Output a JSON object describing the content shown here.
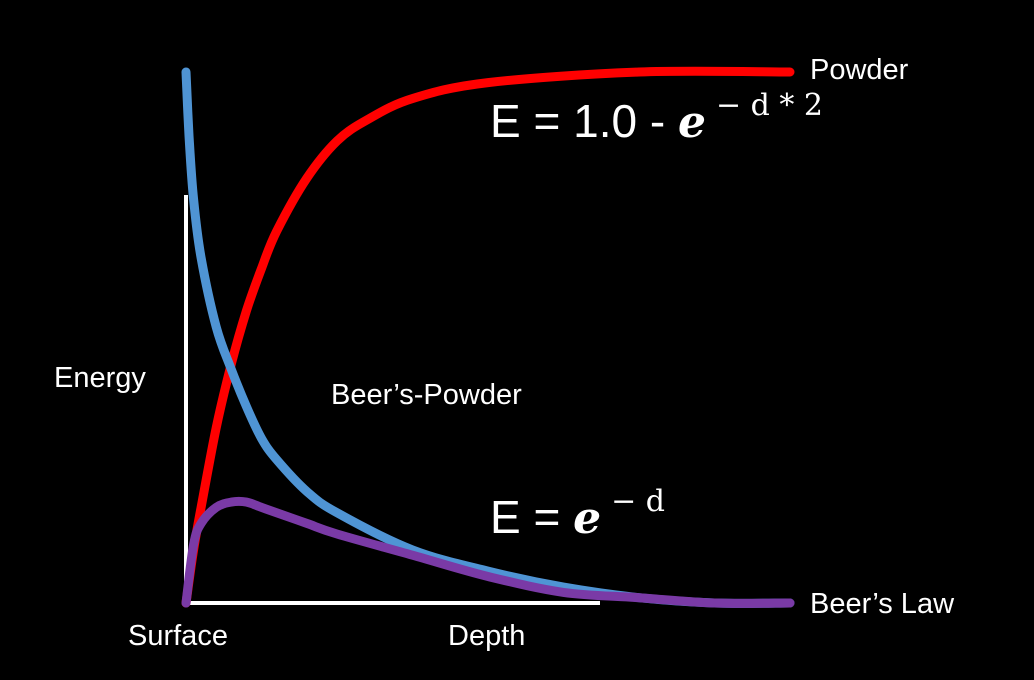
{
  "colors": {
    "background": "#000000",
    "powder": "#ff0000",
    "beers_law": "#4f94d4",
    "beers_powder": "#7a3aa6",
    "axes": "#ffffff",
    "text": "#ffffff"
  },
  "labels": {
    "ylabel": "Energy",
    "xlabel": "Depth",
    "x_origin": "Surface"
  },
  "formulas": {
    "powder": {
      "lhs": "E = 1.0 - ",
      "base": "e",
      "exponent": "− d * 2"
    },
    "beers_law": {
      "lhs": "E = ",
      "base": "e",
      "exponent": "− d"
    }
  },
  "chart_data": {
    "type": "line",
    "xlabel": "Depth",
    "ylabel": "Energy",
    "xlim": [
      0,
      4
    ],
    "ylim": [
      0,
      1
    ],
    "grid": false,
    "series": [
      {
        "name": "Powder",
        "color": "#ff0000",
        "x": [
          0,
          0.05,
          0.1,
          0.2,
          0.3,
          0.4,
          0.5,
          0.6,
          0.8,
          1.0,
          1.2,
          1.5,
          2.0,
          3.0,
          4.0
        ],
        "y": [
          0,
          0.1,
          0.18,
          0.33,
          0.45,
          0.55,
          0.63,
          0.7,
          0.8,
          0.87,
          0.91,
          0.95,
          0.98,
          1.0,
          1.0
        ]
      },
      {
        "name": "Beer's Law",
        "color": "#4f94d4",
        "x": [
          0,
          0.02,
          0.05,
          0.1,
          0.2,
          0.3,
          0.4,
          0.5,
          0.6,
          0.8,
          1.0,
          1.5,
          2.0,
          2.5,
          3.0,
          3.5,
          4.0
        ],
        "y": [
          1.0,
          0.88,
          0.76,
          0.65,
          0.52,
          0.44,
          0.37,
          0.31,
          0.27,
          0.21,
          0.17,
          0.1,
          0.06,
          0.03,
          0.01,
          0.0,
          0.0
        ]
      },
      {
        "name": "Beer's-Powder",
        "color": "#7a3aa6",
        "x": [
          0,
          0.05,
          0.1,
          0.2,
          0.3,
          0.4,
          0.5,
          0.6,
          0.8,
          1.0,
          1.5,
          2.0,
          2.5,
          3.0,
          3.5,
          4.0
        ],
        "y": [
          0,
          0.11,
          0.15,
          0.18,
          0.19,
          0.19,
          0.18,
          0.17,
          0.15,
          0.13,
          0.09,
          0.05,
          0.02,
          0.01,
          0.0,
          0.0
        ]
      }
    ]
  }
}
